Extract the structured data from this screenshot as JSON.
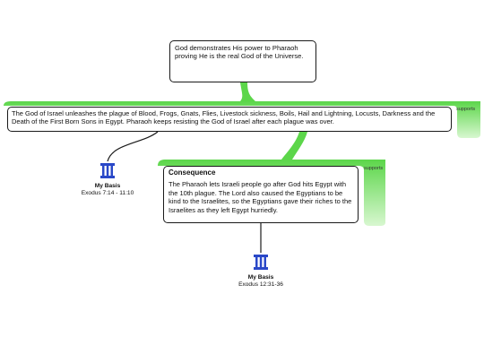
{
  "nodes": {
    "claim": "God demonstrates His power to Pharaoh proving He is the real God of the Universe.",
    "reason": "The God of Israel unleashes the plague of Blood, Frogs, Gnats, Flies, Livestock sickness, Boils, Hail and Lightning, Locusts, Darkness and the Death of the First Born Sons in Egypt. Pharaoh keeps resisting the God of Israel after each plague was over.",
    "consequence_title": "Consequence",
    "consequence_text": "The Pharaoh lets Israeli people go after God hits Egypt with the 10th plague. The Lord also caused the Egyptians to be kind to the Israelites, so the Egyptians gave their riches to the Israelites as they left Egypt hurriedly."
  },
  "tags": {
    "supports_1": "supports",
    "supports_2": "supports"
  },
  "bases": [
    {
      "label": "My Basis",
      "reference": "Exodus 7:14 - 11:10",
      "icon": "pillar-icon"
    },
    {
      "label": "My Basis",
      "reference": "Exodus 12:31-36",
      "icon": "pillar-icon"
    }
  ],
  "colors": {
    "support_green": "#5cd64a",
    "support_green_light": "#c8f3bf",
    "icon_blue": "#2a48c8",
    "line": "#1a1a1a"
  }
}
